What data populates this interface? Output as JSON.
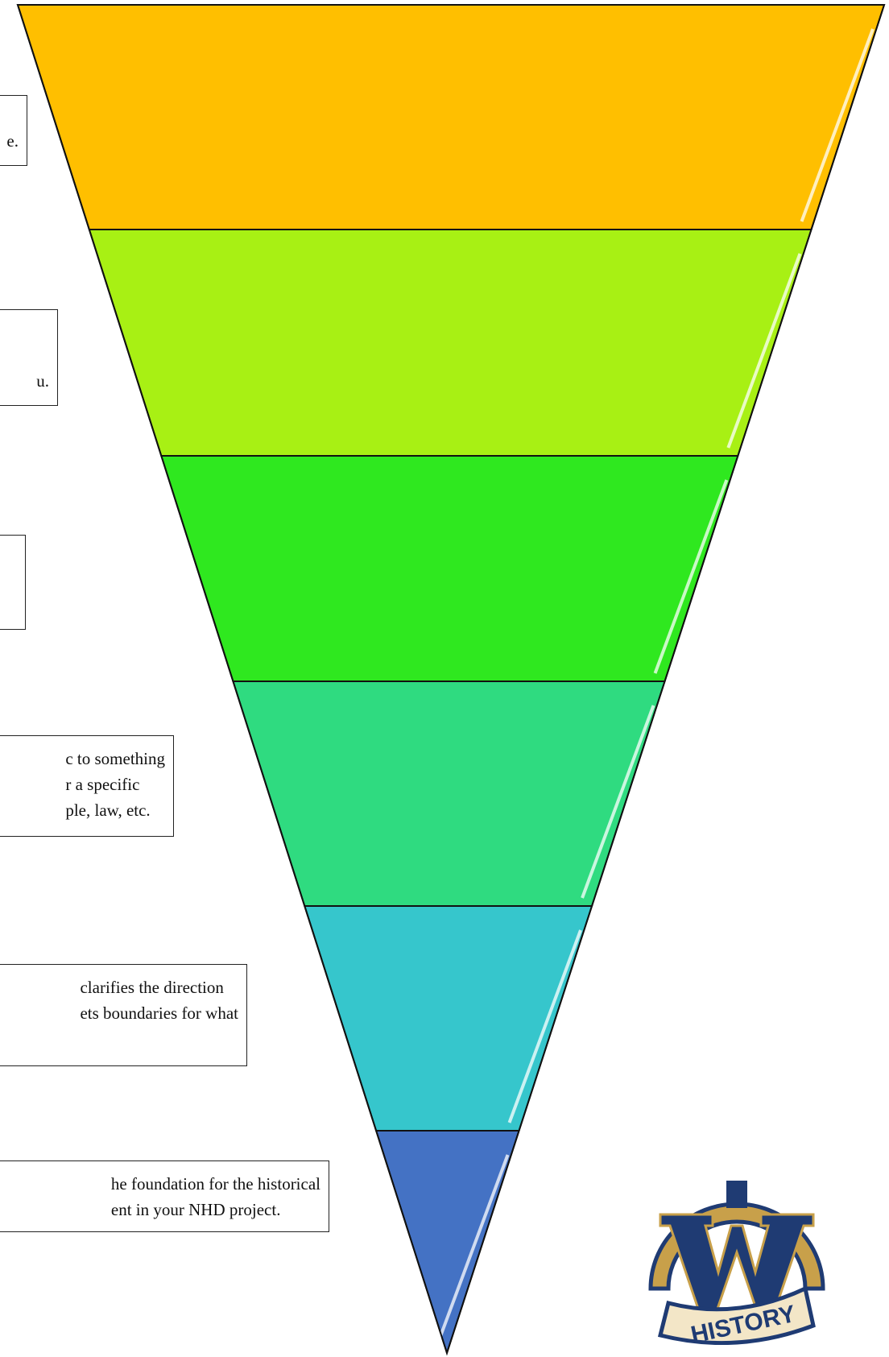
{
  "funnel": {
    "layers": [
      {
        "name": "layer-1",
        "color": "#FFBF00"
      },
      {
        "name": "layer-2",
        "color": "#A8F014"
      },
      {
        "name": "layer-3",
        "color": "#2FE81F"
      },
      {
        "name": "layer-4",
        "color": "#2FDB80"
      },
      {
        "name": "layer-5",
        "color": "#36C6CC"
      },
      {
        "name": "layer-6",
        "color": "#4472C4"
      }
    ]
  },
  "notes": [
    {
      "text": "e."
    },
    {
      "text": "u."
    },
    {
      "text": ""
    },
    {
      "text": "c to something\nr a specific\nple, law, etc."
    },
    {
      "text": "clarifies the direction\nets boundaries for what"
    },
    {
      "text": "he foundation for the historical\nent in your NHD project."
    }
  ],
  "logo": {
    "letter": "W",
    "banner": "HISTORY",
    "colors": {
      "navy": "#1F3B73",
      "gold": "#C8A04A",
      "cream": "#F3E6C7"
    }
  }
}
